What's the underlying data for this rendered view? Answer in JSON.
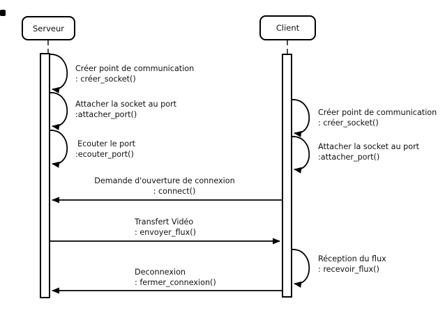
{
  "colors": {
    "background": "#ffffff",
    "line": "#000000",
    "text": "#111111"
  },
  "actors": {
    "server": {
      "label": "Serveur"
    },
    "client": {
      "label": "Client"
    }
  },
  "server_steps": [
    {
      "line1": "Créer point de communication",
      "line2": ": créer_socket()"
    },
    {
      "line1": "Attacher la socket au port",
      "line2": ":attacher_port()"
    },
    {
      "line1": "Ecouter le port",
      "line2": ":ecouter_port()"
    }
  ],
  "client_steps": [
    {
      "line1": "Créer point de communication",
      "line2": ": créer_socket()"
    },
    {
      "line1": "Attacher la socket au port",
      "line2": ":attacher_port()"
    },
    {
      "line1": "Réception du flux",
      "line2": ": recevoir_flux()"
    }
  ],
  "messages": [
    {
      "line1": "Demande d'ouverture de connexion",
      "line2": ": connect()",
      "from": "Client",
      "to": "Serveur"
    },
    {
      "line1": "Transfert Vidéo",
      "line2": ": envoyer_flux()",
      "from": "Serveur",
      "to": "Client"
    },
    {
      "line1": "Deconnexion",
      "line2": ": fermer_connexion()",
      "from": "Client",
      "to": "Serveur"
    }
  ]
}
